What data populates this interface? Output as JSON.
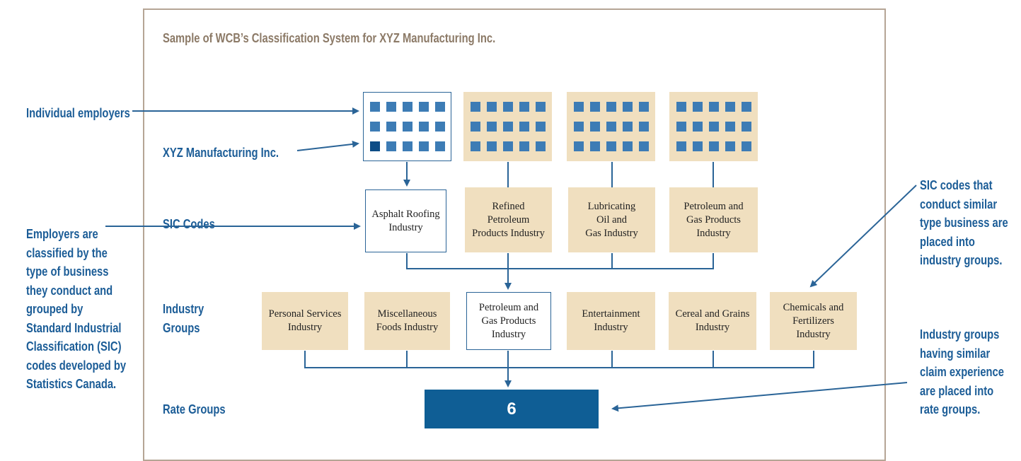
{
  "title": "Sample of WCB’s Classification System for XYZ Manufacturing Inc.",
  "left_labels": {
    "individual_employers": "Individual employers",
    "xyz": "XYZ Manufacturing Inc.",
    "sic_codes": "SIC Codes",
    "industry_groups": [
      "Industry",
      "Groups"
    ],
    "rate_groups": "Rate Groups"
  },
  "left_note": [
    "Employers are",
    "classified by the",
    "type of business",
    "they conduct and",
    "grouped by",
    "Standard Industrial",
    "Classification (SIC)",
    "codes developed by",
    "Statistics Canada."
  ],
  "right_note_sic": [
    "SIC codes that",
    "conduct similar",
    "type business are",
    "placed into",
    "industry groups."
  ],
  "right_note_rate": [
    "Industry groups",
    "having similar",
    "claim experience",
    "are placed into",
    "rate groups."
  ],
  "sic_boxes": [
    {
      "lines": [
        "Asphalt Roofing",
        "Industry"
      ]
    },
    {
      "lines": [
        "Refined",
        "Petroleum",
        "Products Industry"
      ]
    },
    {
      "lines": [
        "Lubricating",
        "Oil and",
        "Gas Industry"
      ]
    },
    {
      "lines": [
        "Petroleum and",
        "Gas Products",
        "Industry"
      ]
    }
  ],
  "industry_boxes": [
    {
      "lines": [
        "Personal Services",
        "Industry"
      ]
    },
    {
      "lines": [
        "Miscellaneous",
        "Foods Industry"
      ]
    },
    {
      "lines": [
        "Petroleum and",
        "Gas Products",
        "Industry"
      ]
    },
    {
      "lines": [
        "Entertainment",
        "Industry"
      ]
    },
    {
      "lines": [
        "Cereal and Grains",
        "Industry"
      ]
    },
    {
      "lines": [
        "Chemicals and",
        "Fertilizers",
        "Industry"
      ]
    }
  ],
  "rate_group_value": "6",
  "colors": {
    "blue": "#1c5d97",
    "tan": "#f0dfbf",
    "frame": "#b5a595",
    "cell": "#3d7cb5",
    "selected_cell": "#0d4c86",
    "rate_box": "#0f5e95"
  }
}
